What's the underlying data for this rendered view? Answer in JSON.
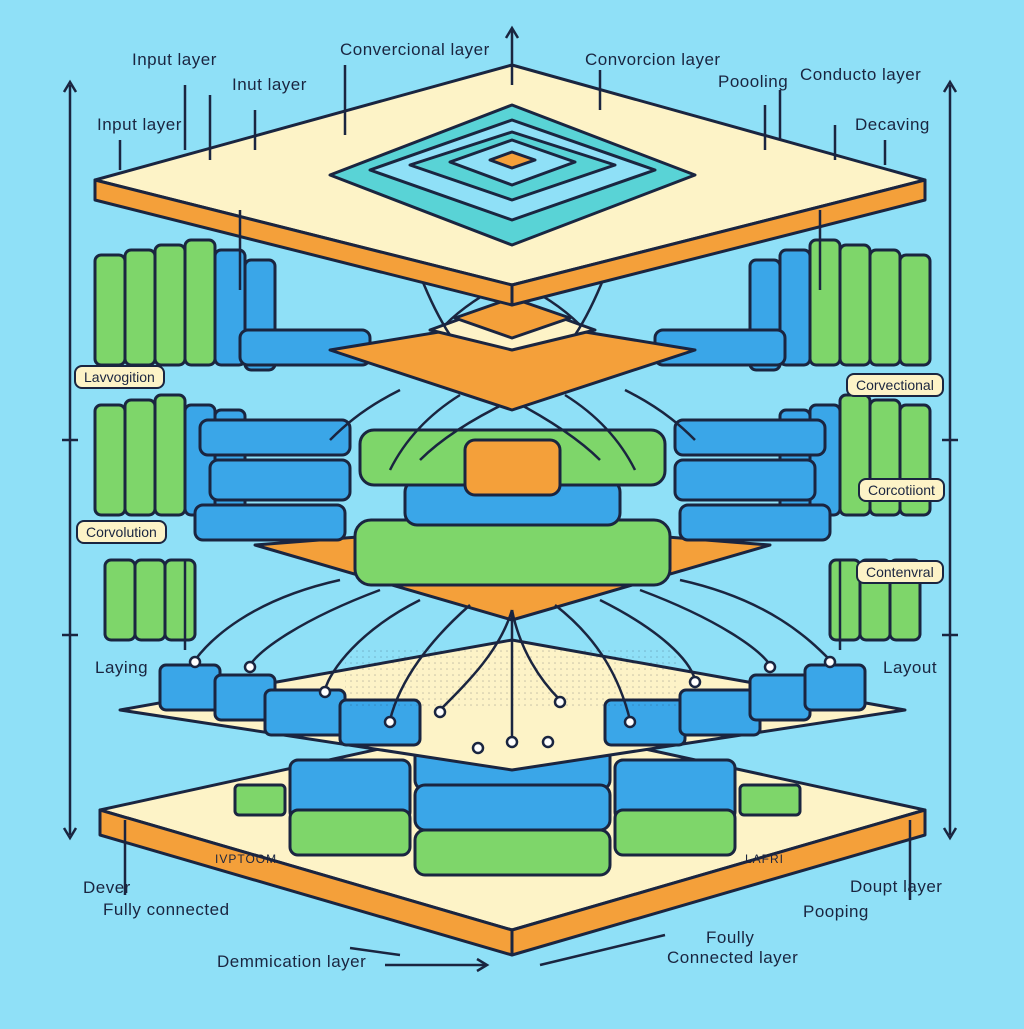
{
  "labels": {
    "top_left_1": "Input layer",
    "top_left_2": "Input layer",
    "top_left_3": "Inut layer",
    "top_center": "Convercional layer",
    "top_right_1": "Convorcion layer",
    "top_right_2": "Poooling",
    "top_right_3": "Conducto layer",
    "top_right_4": "Decaving",
    "mid_left_1": "Lavvogition",
    "mid_left_2": "Corvolution",
    "mid_right_1": "Corvectional",
    "mid_right_2": "Corcotiiont",
    "mid_right_3": "Contenvral",
    "lower_left": "Laying",
    "lower_right": "Layout",
    "bottom_left_1": "Dever",
    "bottom_left_2": "Fully connected",
    "bottom_center": "Demmication layer",
    "bottom_right_1": "Doupt layer",
    "bottom_right_2": "Pooping",
    "bottom_right_3": "Foully",
    "bottom_right_4": "Connected layer",
    "strip_left": "IVPTOOM",
    "strip_right": "LAFRI"
  },
  "colors": {
    "background": "#8fe0f7",
    "orange": "#f4a03a",
    "cream": "#fdf3c7",
    "blue": "#3aa6e8",
    "green": "#7ed66a",
    "teal": "#59d3d6",
    "ink": "#1a2540"
  }
}
